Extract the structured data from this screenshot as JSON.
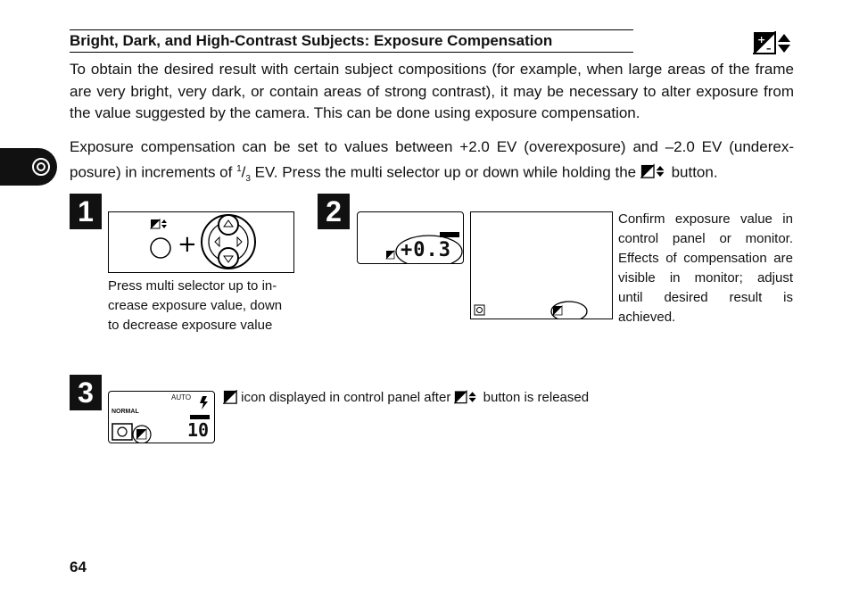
{
  "header": {
    "title": "Bright, Dark, and High-Contrast Subjects: Exposure Compensation",
    "title_icon": "exposure-compensation-icon"
  },
  "body": {
    "para1": "To obtain the desired result with certain subject compositions (for example, when large areas of the frame are very bright, very dark, or contain areas of strong contrast), it may be necessary to alter exposure from the value suggested by the camera. This can be done using exposure compensation.",
    "para2_line1": "Exposure compensation can be set to values between +2.0 EV (overexposure) and –2.0 EV (underex-",
    "para2_line2_a": "posure) in increments of ",
    "para2_sup": "1",
    "para2_slash": "/",
    "para2_sub": "3",
    "para2_line2_b": " EV.  Press the multi selector up or down while holding the ",
    "para2_line2_c": " button."
  },
  "steps": {
    "s1": {
      "number": "1",
      "caption_l1": "Press multi selector up to in-",
      "caption_l2": "crease exposure value, down",
      "caption_l3": "to decrease exposure value"
    },
    "s2": {
      "number": "2",
      "display_value": "+0.3",
      "caption_l1": "Confirm exposure value in",
      "caption_l2": "control panel or monitor.",
      "caption_l3": "Effects of compensation are",
      "caption_l4": "visible in monitor; adjust",
      "caption_l5": "until desired result is",
      "caption_l6": "achieved."
    },
    "s3": {
      "number": "3",
      "lcd_auto": "AUTO",
      "lcd_normal": "NORMAL",
      "lcd_count": "10",
      "caption_a": " icon displayed in control panel after ",
      "caption_b": " button is released"
    }
  },
  "footer": {
    "page_number": "64"
  }
}
